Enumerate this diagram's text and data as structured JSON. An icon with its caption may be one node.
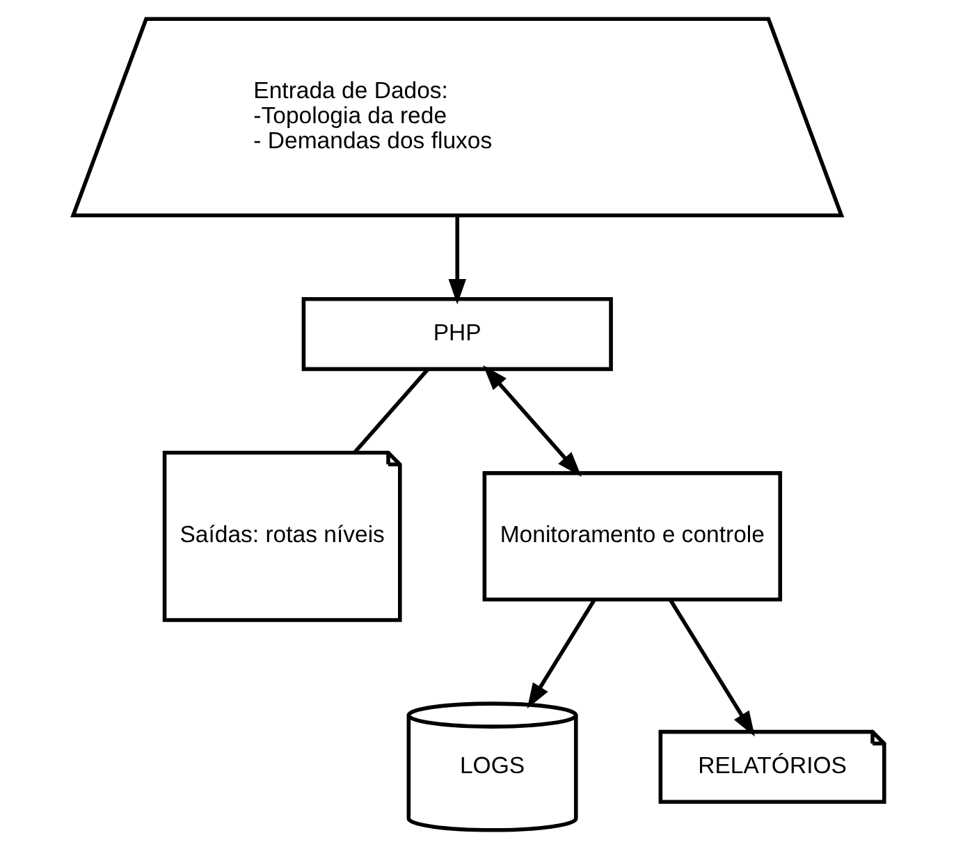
{
  "diagram": {
    "nodes": [
      {
        "text": [
          "Entrada de Dados:",
          "-Topologia da rede",
          "- Demandas dos fluxos"
        ]
      },
      {
        "text": [
          "PHP"
        ]
      },
      {
        "text": [
          "Saídas: rotas níveis"
        ]
      },
      {
        "text": [
          "Monitoramento e controle"
        ]
      },
      {
        "text": [
          "LOGS"
        ]
      },
      {
        "text": [
          "RELATÓRIOS"
        ]
      }
    ],
    "edges": [
      {
        "from": 0,
        "to": 1,
        "arrow": "to"
      },
      {
        "from": 1,
        "to": 3,
        "arrow": "both"
      },
      {
        "from": 1,
        "to": 2,
        "arrow": "none"
      },
      {
        "from": 3,
        "to": 4,
        "arrow": "to"
      },
      {
        "from": 3,
        "to": 5,
        "arrow": "to"
      }
    ]
  }
}
